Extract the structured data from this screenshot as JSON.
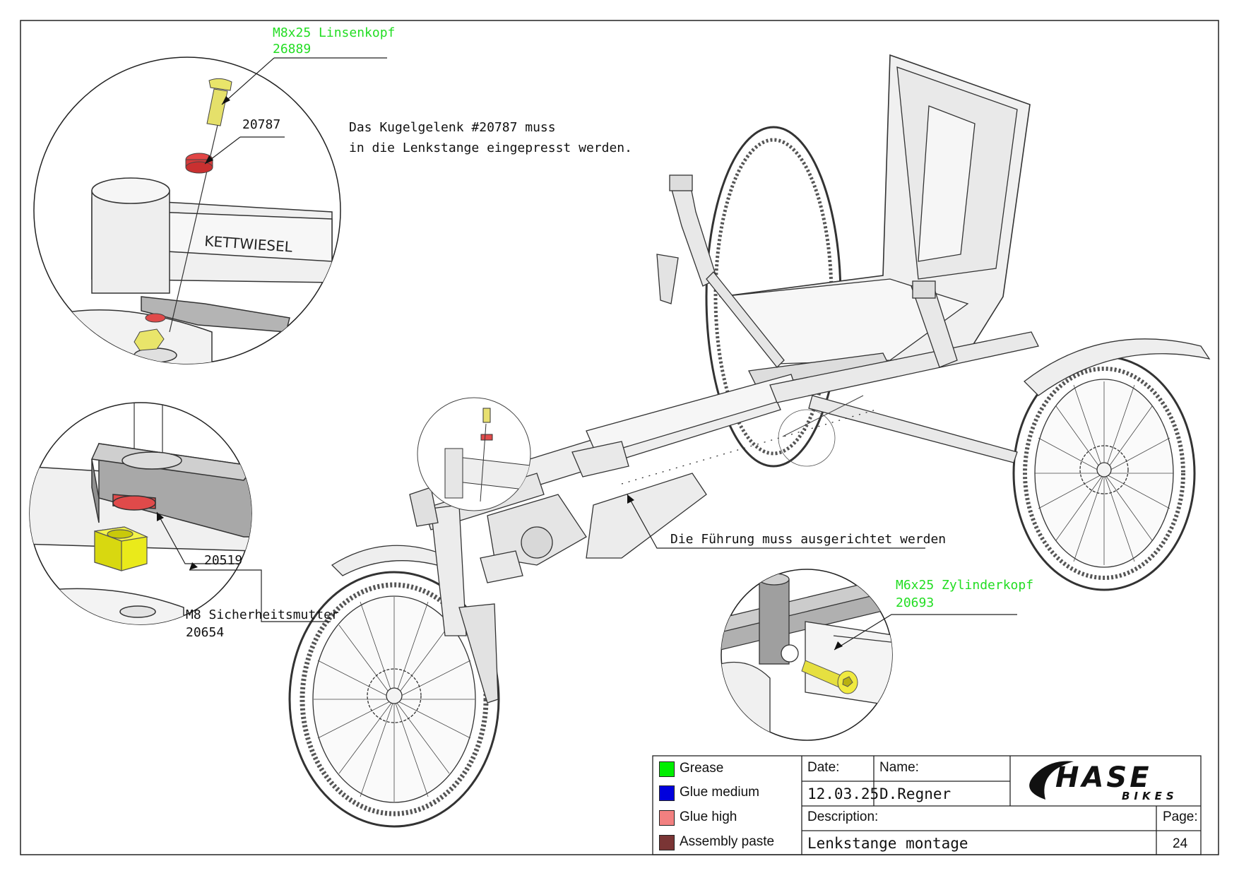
{
  "callouts": {
    "bolt_top": {
      "name": "M8x25 Linsenkopf",
      "part": "26889"
    },
    "ball_joint": {
      "part": "20787"
    },
    "washer": {
      "part": "20519"
    },
    "nut": {
      "name": "M8 Sicherheitsmutter",
      "part": "20654"
    },
    "screw_side": {
      "name": "M6x25 Zylinderkopf",
      "part": "20693"
    }
  },
  "notes": {
    "press_fit_line1": "Das Kugelgelenk #20787 muss",
    "press_fit_line2": "in die Lenkstange eingepresst werden.",
    "alignment": "Die Führung muss ausgerichtet werden"
  },
  "frame_label": "KETTWIESEL",
  "legend": [
    {
      "label": "Grease",
      "color": "#00ee00"
    },
    {
      "label": "Glue medium",
      "color": "#0000dd"
    },
    {
      "label": "Glue high",
      "color": "#f28080"
    },
    {
      "label": "Assembly paste",
      "color": "#7a3535"
    }
  ],
  "title_block": {
    "date_label": "Date:",
    "date_value": "12.03.25",
    "name_label": "Name:",
    "name_value": "D.Regner",
    "description_label": "Description:",
    "description_value": "Lenkstange montage",
    "page_label": "Page:",
    "page_value": "24",
    "logo_main": "HASE",
    "logo_sub": "BIKES"
  }
}
